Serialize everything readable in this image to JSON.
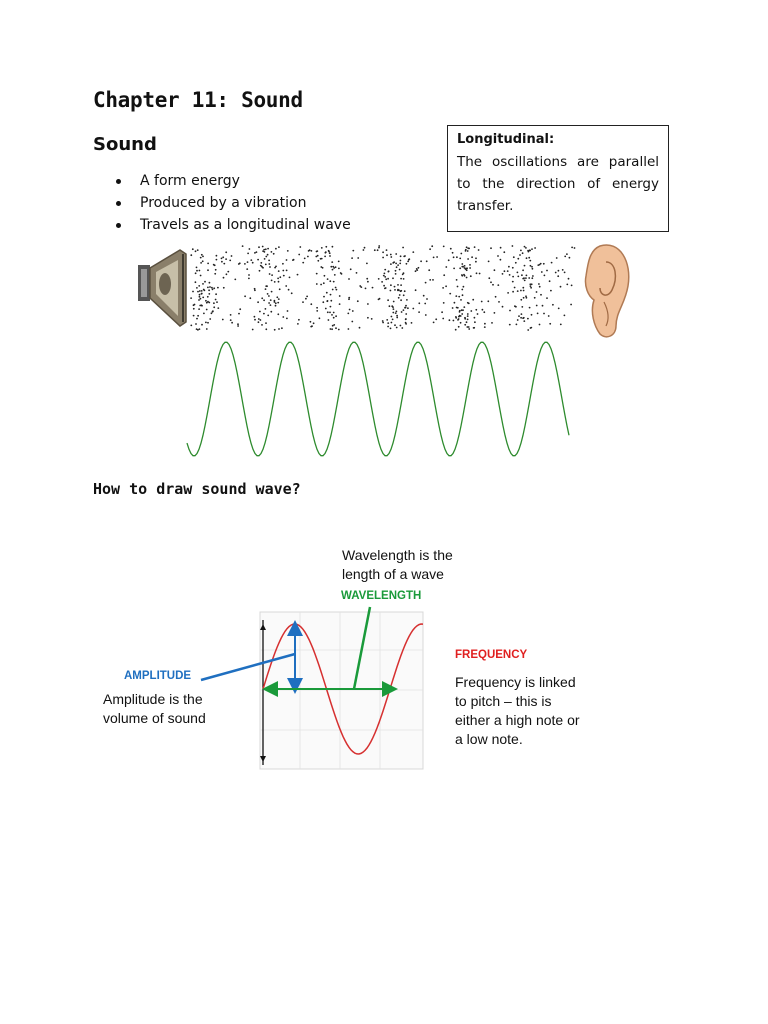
{
  "title": "Chapter 11: Sound",
  "sound_section": {
    "heading": "Sound",
    "bullets": [
      "A form energy",
      "Produced by a vibration",
      "Travels as a longitudinal wave"
    ]
  },
  "definition_box": {
    "term": "Longitudinal:",
    "definition": "The oscillations are parallel to the direction of energy transfer."
  },
  "draw_section": {
    "heading": "How to draw sound wave?"
  },
  "wave_diagram": {
    "wavelength_note": [
      "Wavelength is the",
      "length of a wave"
    ],
    "wavelength_tag": "WAVELENGTH",
    "amplitude_tag": "AMPLITUDE",
    "amplitude_note": [
      "Amplitude is the",
      "volume of sound"
    ],
    "frequency_tag": "FREQUENCY",
    "frequency_note": [
      "Frequency is linked",
      "to pitch – this is",
      "either a high note or",
      "a low note."
    ]
  },
  "colors": {
    "wavelength": "#1a9a3a",
    "amplitude": "#1f6fc0",
    "frequency": "#e02020",
    "wave_green": "#2e8b2e",
    "wave_red": "#d63030"
  },
  "icons": {
    "speaker": "speaker-icon",
    "ear": "ear-icon"
  }
}
